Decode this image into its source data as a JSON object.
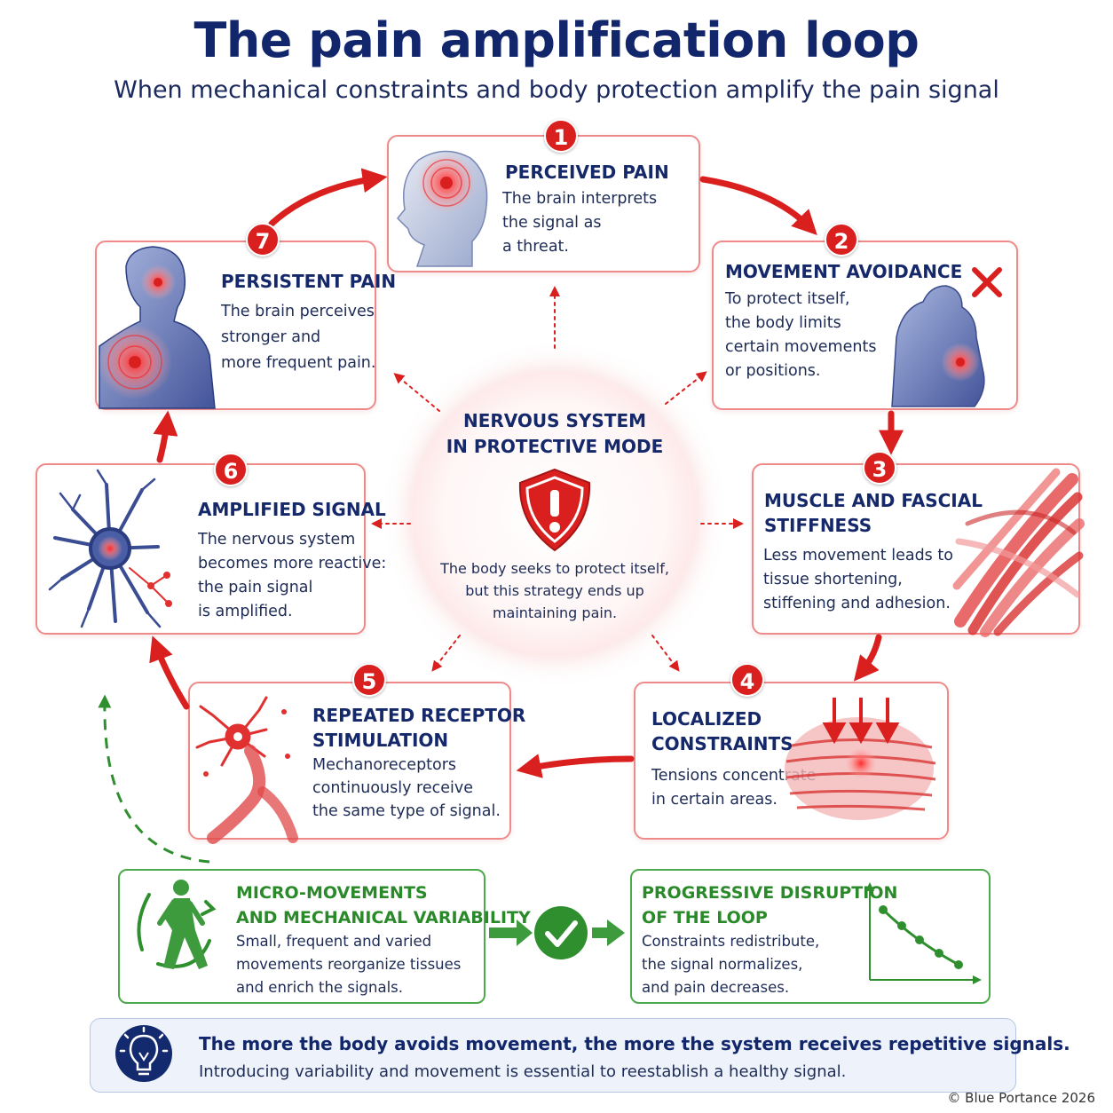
{
  "title": "The pain amplification loop",
  "subtitle": "When mechanical constraints and body protection amplify the pain signal",
  "steps": [
    {
      "number": "1",
      "title": "PERCEIVED PAIN",
      "lines": [
        "The brain interprets",
        "the signal as",
        "a threat."
      ]
    },
    {
      "number": "2",
      "title": "MOVEMENT AVOIDANCE",
      "lines": [
        "To protect itself,",
        "the body limits",
        "certain movements",
        "or positions."
      ]
    },
    {
      "number": "3",
      "title_lines": [
        "MUSCLE AND FASCIAL",
        "STIFFNESS"
      ],
      "lines": [
        "Less movement leads to",
        "tissue shortening,",
        "stiffening and adhesion."
      ]
    },
    {
      "number": "4",
      "title_lines": [
        "LOCALIZED",
        "CONSTRAINTS"
      ],
      "lines": [
        "Tensions concentrate",
        "in certain areas."
      ]
    },
    {
      "number": "5",
      "title_lines": [
        "REPEATED RECEPTOR",
        "STIMULATION"
      ],
      "lines": [
        "Mechanoreceptors",
        "continuously receive",
        "the same type of signal."
      ]
    },
    {
      "number": "6",
      "title": "AMPLIFIED SIGNAL",
      "lines": [
        "The nervous system",
        "becomes more reactive:",
        "the pain signal",
        "is amplified."
      ]
    },
    {
      "number": "7",
      "title": "PERSISTENT PAIN",
      "lines": [
        "The brain perceives",
        "stronger and",
        "more frequent pain."
      ]
    }
  ],
  "center": {
    "title_lines": [
      "NERVOUS SYSTEM",
      "IN PROTECTIVE MODE"
    ],
    "lines": [
      "The body seeks to protect itself,",
      "but this strategy ends up",
      "maintaining pain."
    ]
  },
  "solution": {
    "left": {
      "title_lines": [
        "MICRO-MOVEMENTS",
        "AND MECHANICAL VARIABILITY"
      ],
      "lines": [
        "Small, frequent and varied",
        "movements reorganize tissues",
        "and enrich the signals."
      ]
    },
    "right": {
      "title_lines": [
        "PROGRESSIVE DISRUPTION",
        "OF THE LOOP"
      ],
      "lines": [
        "Constraints redistribute,",
        "the signal normalizes,",
        "and pain decreases."
      ]
    }
  },
  "footer": {
    "bold": "The more the body avoids movement, the more the system receives repetitive signals.",
    "text": "Introducing variability and movement is essential to reestablish a healthy signal.",
    "copyright": "© Blue Portance 2026"
  },
  "icons": {
    "head-pain": "head-pain-icon",
    "back-pain": "back-pain-icon",
    "muscle": "muscle-fibers-icon",
    "tissue": "tissue-compression-icon",
    "receptor": "receptor-neuron-icon",
    "neuron": "neuron-icon",
    "bust": "persistent-pain-bust-icon",
    "shield": "shield-alert-icon",
    "walker": "walking-person-icon",
    "check": "check-circle-icon",
    "curve": "decreasing-curve-icon",
    "bulb": "lightbulb-icon",
    "cross": "cross-icon"
  },
  "colors": {
    "red": "#d9201f",
    "navy": "#12276b",
    "green": "#2f8f2f"
  }
}
